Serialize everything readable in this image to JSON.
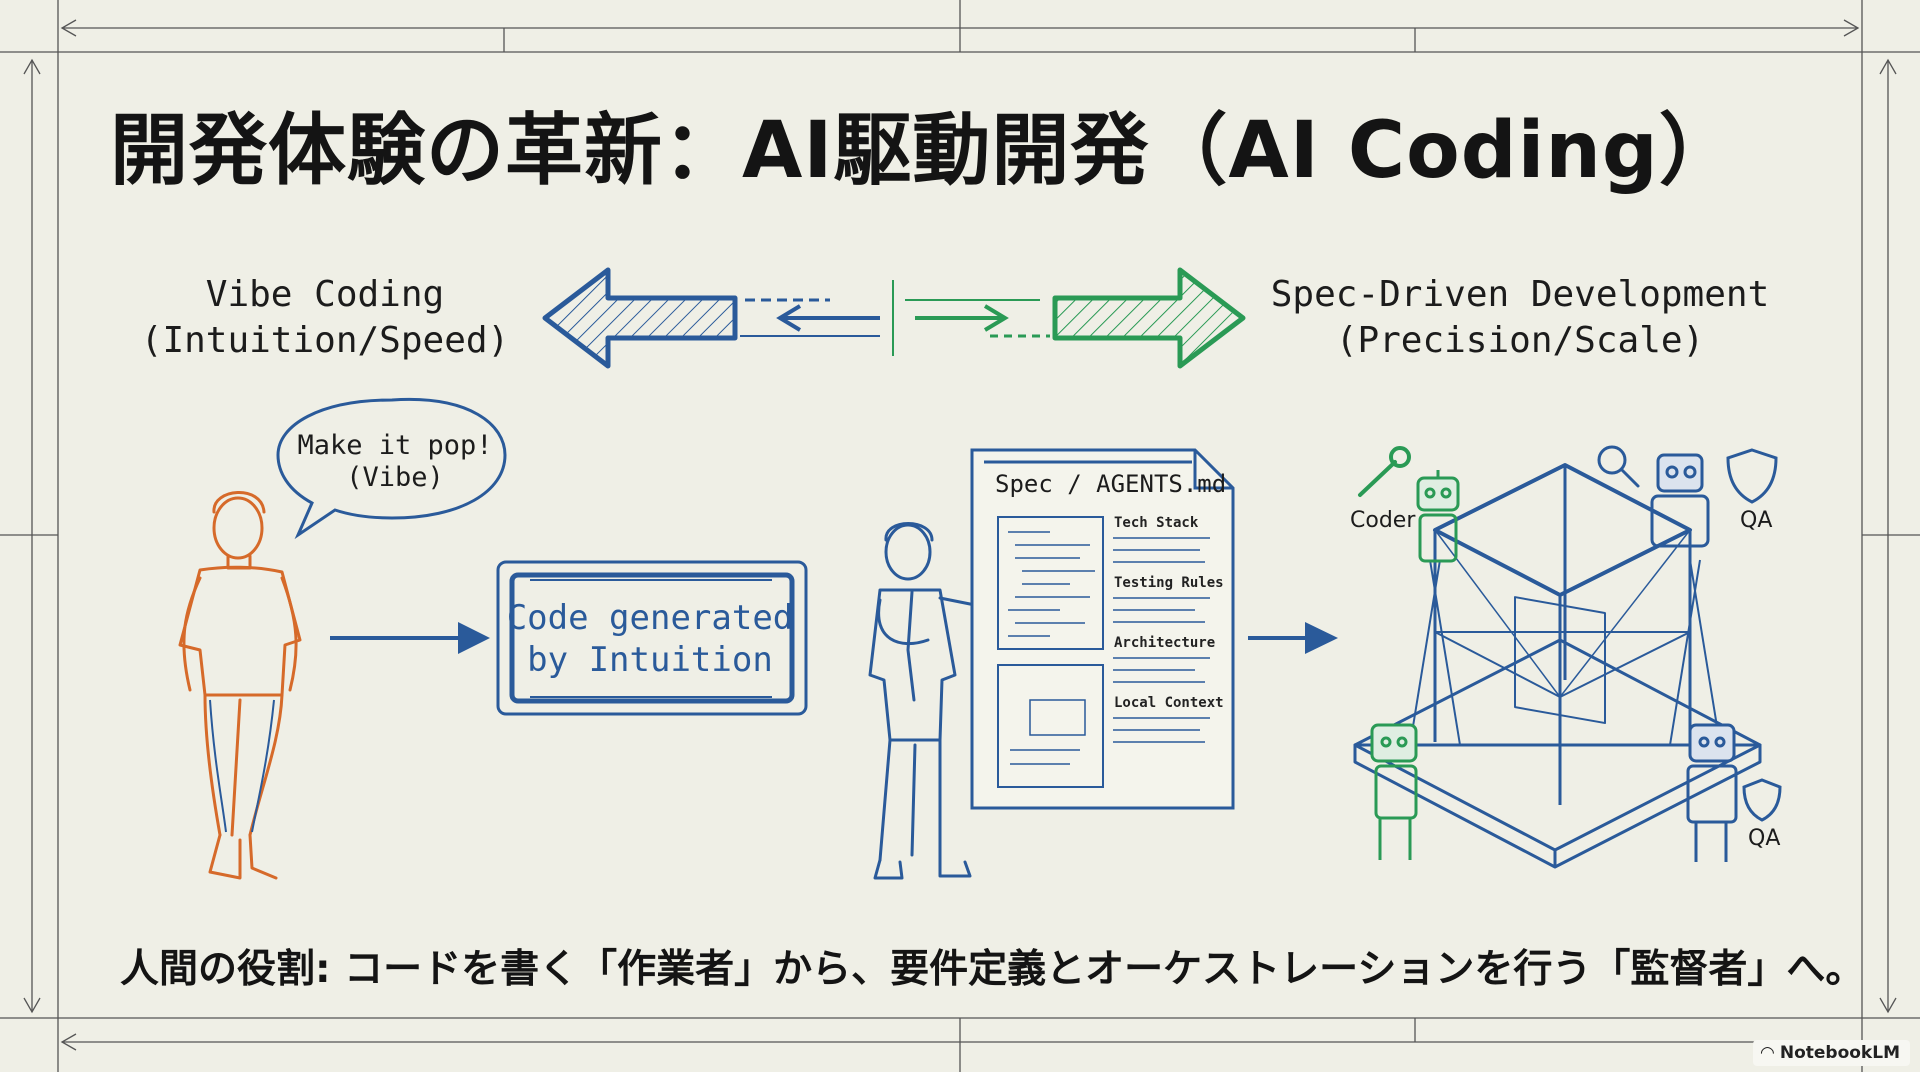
{
  "title": "開発体験の革新：AI駆動開発（AI Coding）",
  "vibe_coding": {
    "label_line1": "Vibe Coding",
    "label_line2": "(Intuition/Speed)",
    "speech_line1": "Make it pop!",
    "speech_line2": "(Vibe)",
    "code_box_line1": "Code generated",
    "code_box_line2": "by Intuition"
  },
  "spec_driven": {
    "label_line1": "Spec-Driven Development",
    "label_line2": "(Precision/Scale)",
    "doc_title": "Spec / AGENTS.md",
    "doc_sections": [
      "Tech Stack",
      "Testing Rules",
      "Architecture",
      "Local Context"
    ],
    "robot_labels": {
      "coder": "Coder",
      "qa_top": "QA",
      "qa_bottom": "QA"
    }
  },
  "bottom_message": "人間の役割: コードを書く「作業者」から、要件定義とオーケストレーションを行う「監督者」へ。",
  "badge": "NotebookLM",
  "colors": {
    "background": "#efefe6",
    "blue": "#2a5a9a",
    "green": "#2a9a55",
    "orange": "#d66a2a",
    "ink": "#141414"
  }
}
